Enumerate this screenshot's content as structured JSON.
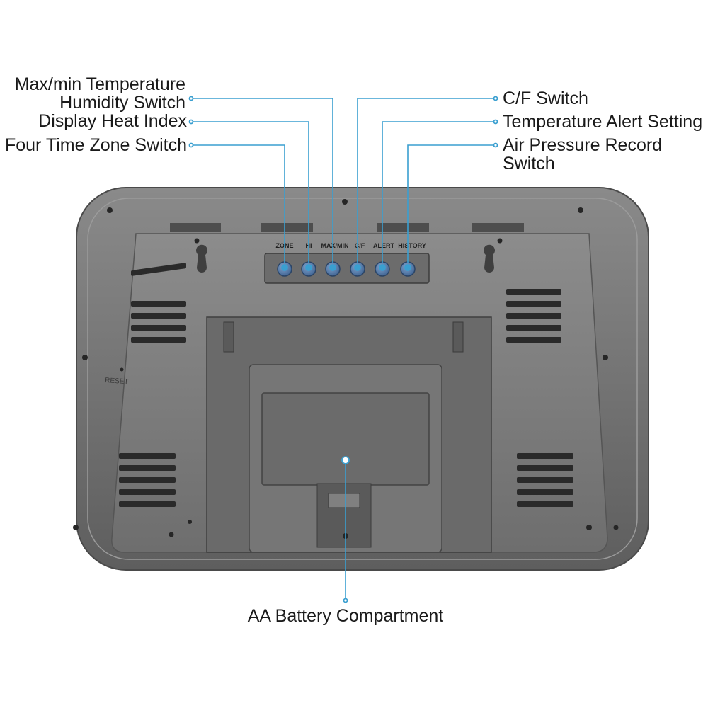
{
  "colors": {
    "leader": "#3a9fd0",
    "housing": "#646464",
    "panel": "#7a7a7a",
    "button": "#4f77a8",
    "background": "#ffffff",
    "text": "#1a1a1a"
  },
  "device": {
    "button_labels": [
      "ZONE",
      "HI",
      "MAX/MIN",
      "C/F",
      "ALERT",
      "HISTORY"
    ],
    "reset_label": "RESET"
  },
  "callouts": {
    "maxmin_humidity": [
      "Max/min Temperature",
      "Humidity Switch"
    ],
    "heat_index": "Display Heat Index",
    "time_zone": "Four Time Zone Switch",
    "cf_switch": "C/F Switch",
    "temp_alert": "Temperature Alert Setting",
    "pressure_record": [
      "Air Pressure Record",
      "Switch"
    ],
    "battery": "AA Battery Compartment"
  }
}
